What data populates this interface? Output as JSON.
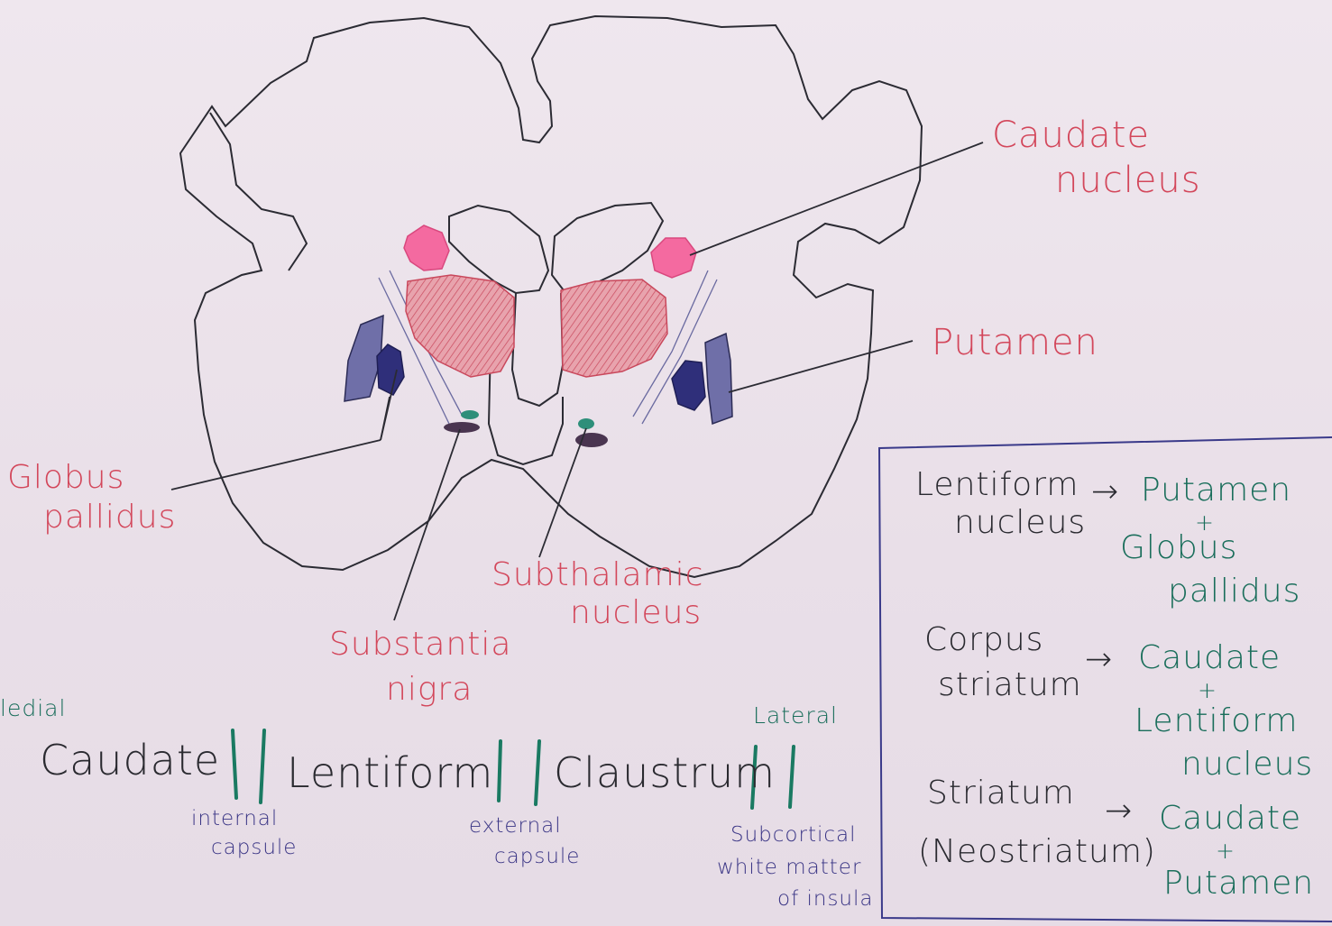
{
  "structure_labels": {
    "caudate_nucleus": [
      "Caudate",
      "nucleus"
    ],
    "putamen": "Putamen",
    "globus_pallidus": [
      "Globus",
      "pallidus"
    ],
    "subthalamic_nucleus": [
      "Subthalamic",
      "nucleus"
    ],
    "substantia_nigra": [
      "Substantia",
      "nigra"
    ]
  },
  "orientation": {
    "medial": "ledial",
    "lateral": "Lateral"
  },
  "layer_order": {
    "items": [
      "Caudate",
      "Lentiform",
      "Claustrum"
    ],
    "separators": [
      "internal capsule",
      "external capsule",
      "Subcortical white matter of insula"
    ],
    "separator_lines": {
      "internal": [
        "internal",
        "capsule"
      ],
      "external": [
        "external",
        "capsule"
      ],
      "insula": [
        "Subcortical",
        "white matter",
        "of insula"
      ]
    }
  },
  "definitions_box": [
    {
      "term": [
        "Lentiform",
        "nucleus"
      ],
      "arrow": "→",
      "parts": [
        "Putamen",
        "+",
        "Globus",
        "pallidus"
      ]
    },
    {
      "term": [
        "Corpus",
        "striatum"
      ],
      "arrow": "→",
      "parts": [
        "Caudate",
        "+",
        "Lentiform",
        "nucleus"
      ]
    },
    {
      "term": [
        "Striatum",
        "(Neostriatum)"
      ],
      "arrow": "→",
      "parts": [
        "Caudate",
        "+",
        "Putamen"
      ]
    }
  ],
  "colors": {
    "outline": "#2b2b33",
    "caudate_fill": "#f46aa0",
    "thalamus_fill": "#e49aa6",
    "putamen_fill": "#6f6fa8",
    "globus_fill": "#2f2f7a",
    "subthalamic_fill": "#2e8f7a",
    "nigra_fill": "#4a3550",
    "red_ink": "#d3475b",
    "green_ink": "#1a6e5b",
    "blue_ink": "#3a3585",
    "box_line": "#3a3a8a"
  }
}
